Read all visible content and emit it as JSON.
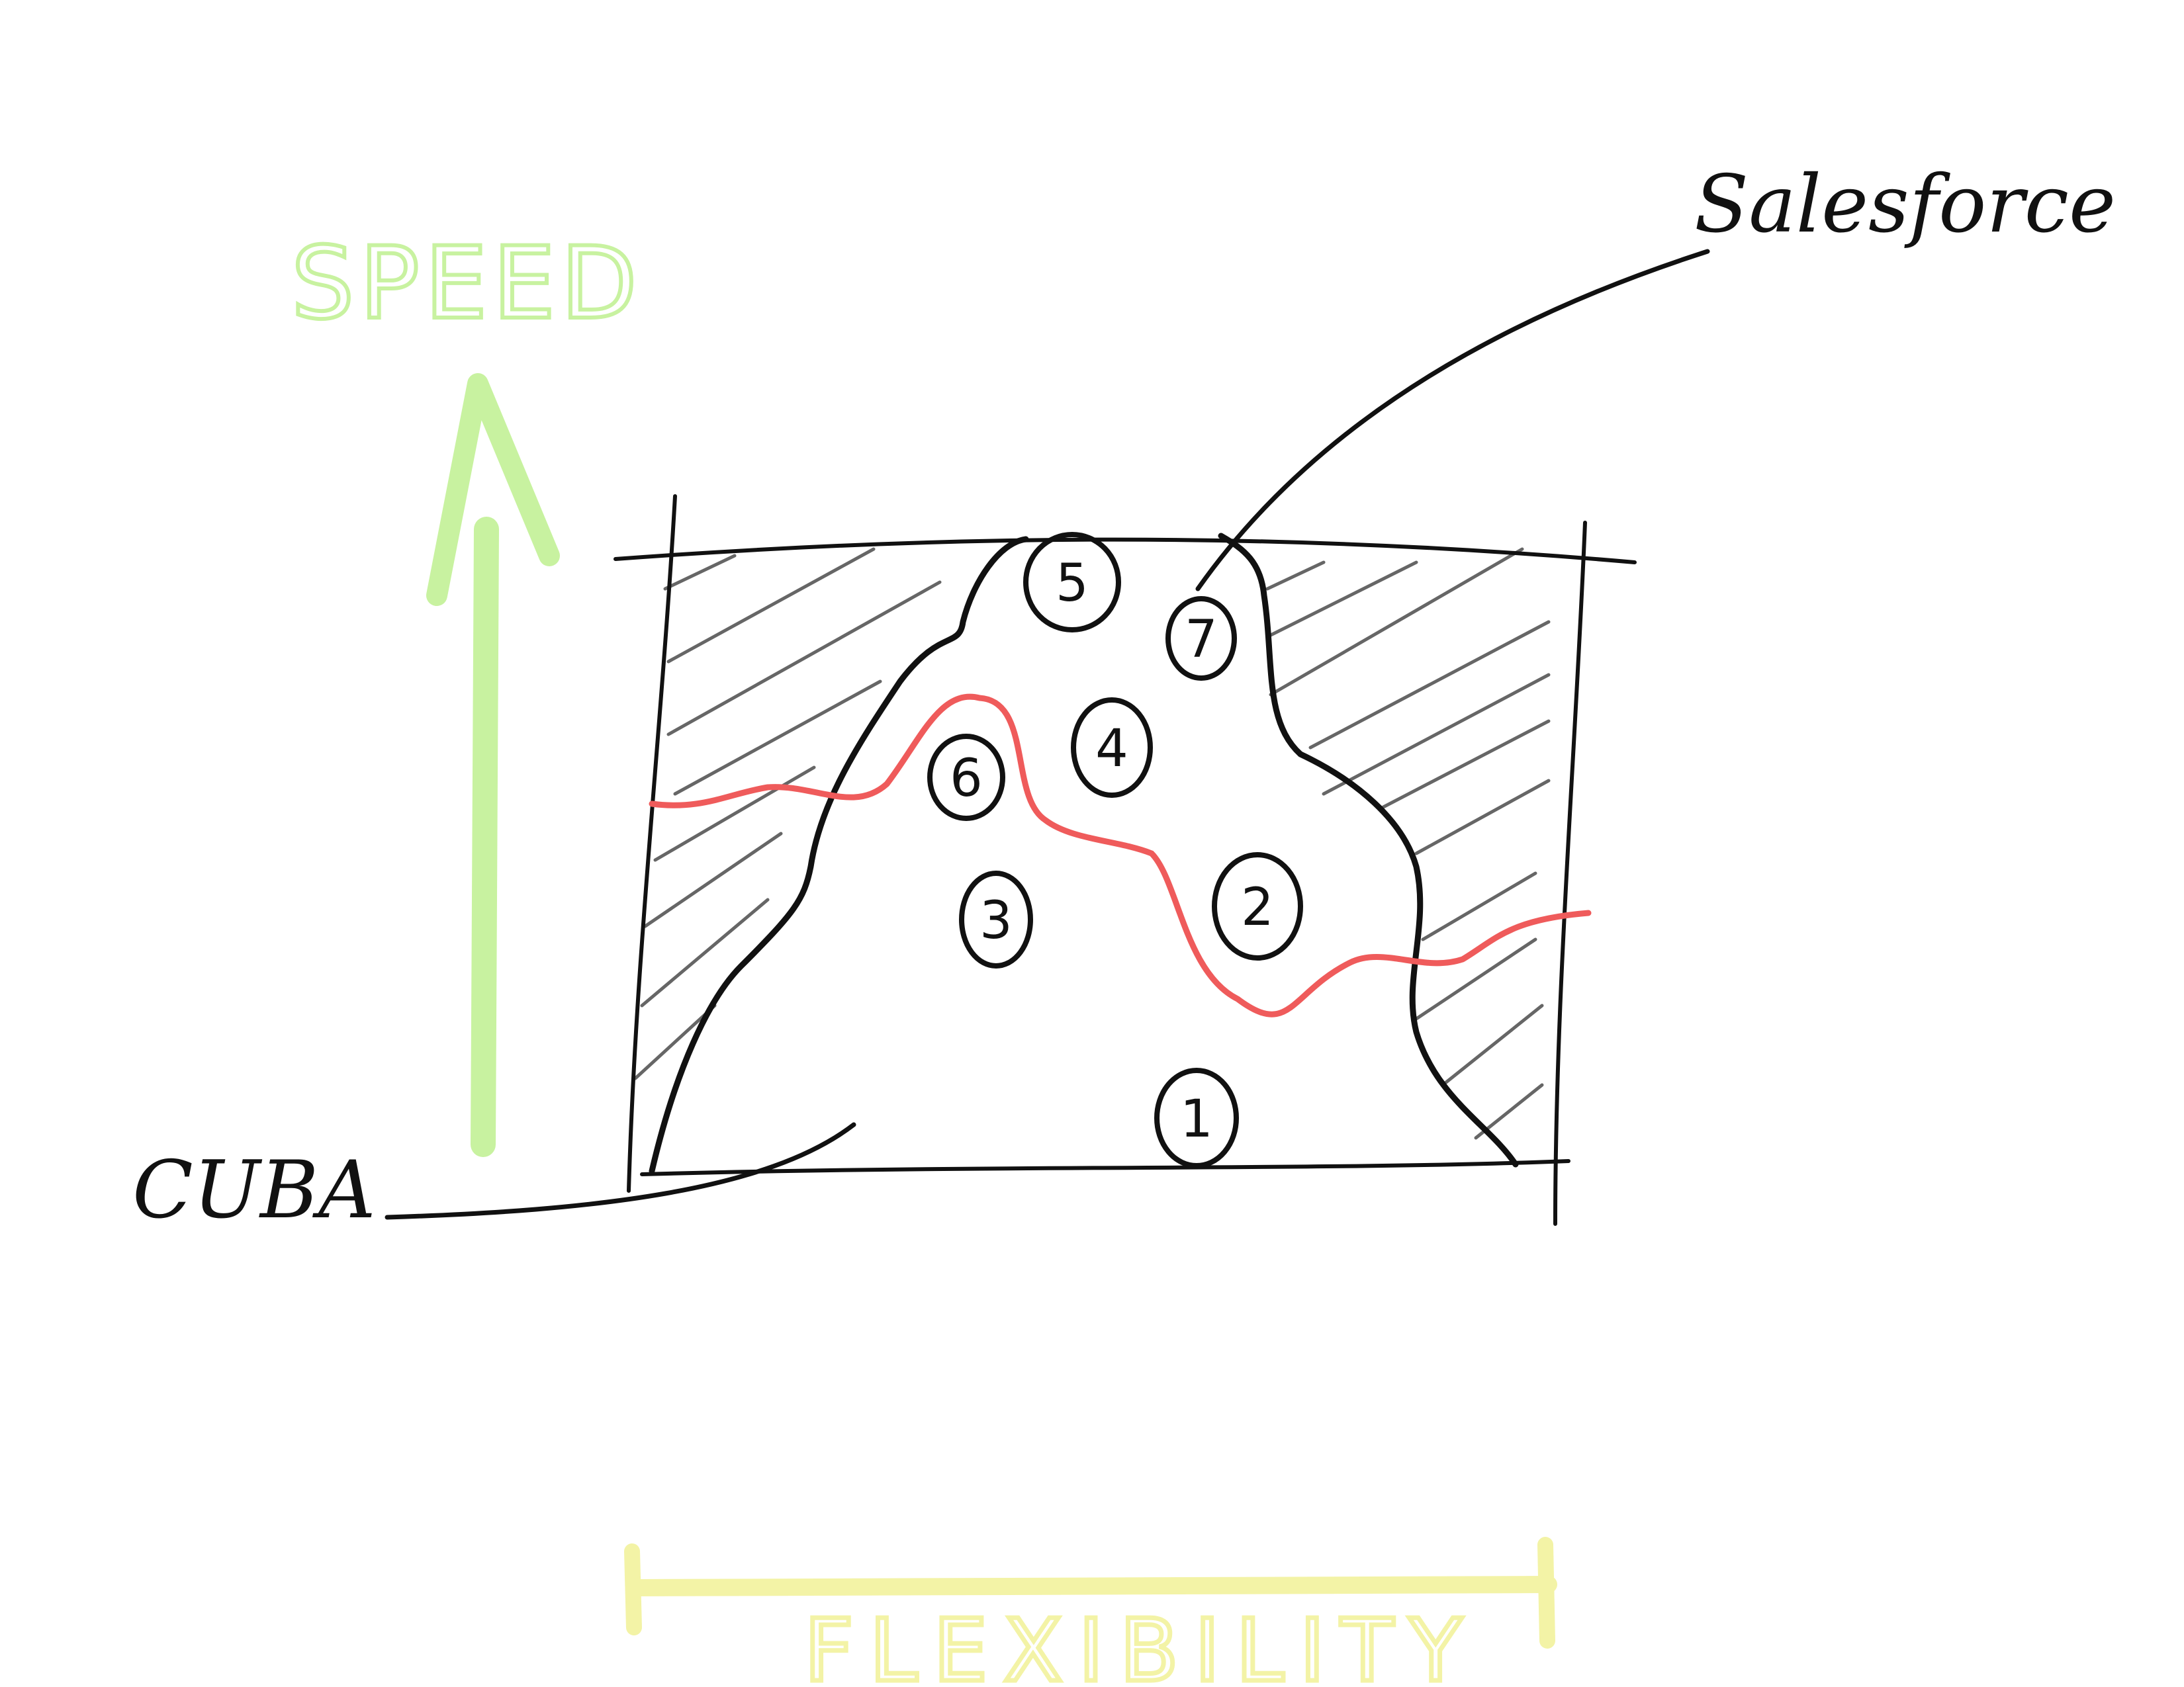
{
  "axis": {
    "y_label": "SPEED",
    "x_label": "FLEXIBILITY",
    "y_color": "#c8f2a0",
    "x_color": "#f3f3a6"
  },
  "callouts": {
    "top_right": "Salesforce",
    "bottom_left": "CUBA"
  },
  "points": [
    {
      "label": "1"
    },
    {
      "label": "2"
    },
    {
      "label": "3"
    },
    {
      "label": "4"
    },
    {
      "label": "5"
    },
    {
      "label": "6"
    },
    {
      "label": "7"
    }
  ],
  "colors": {
    "ink": "#111111",
    "hatch": "#666666",
    "red_line": "#ef5b5b"
  }
}
